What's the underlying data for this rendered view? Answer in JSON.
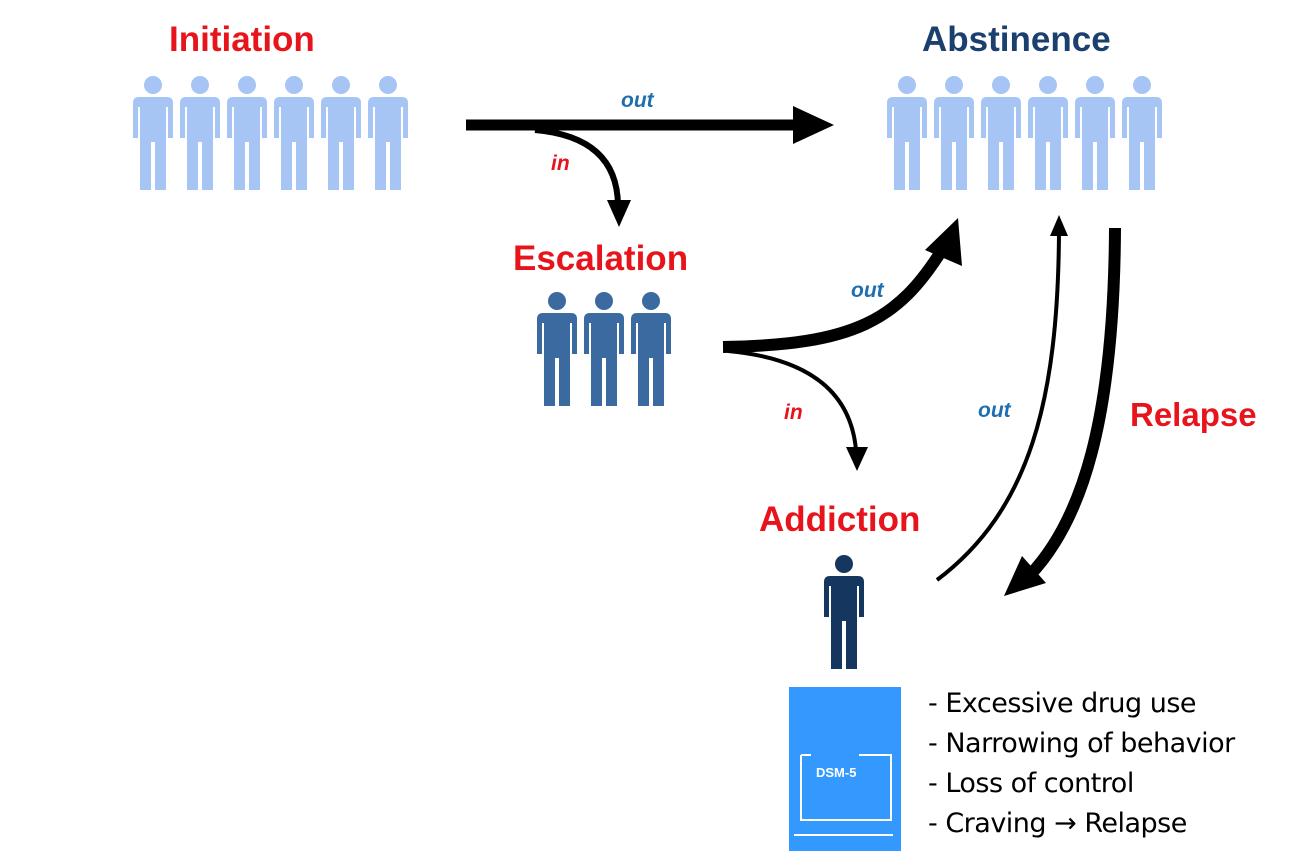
{
  "stages": {
    "initiation": {
      "title": "Initiation",
      "color": "#e8141b",
      "people": 6,
      "person_color": "#a6c4f4"
    },
    "abstinence": {
      "title": "Abstinence",
      "color": "#1b3f6e",
      "people": 6,
      "person_color": "#a6c4f4"
    },
    "escalation": {
      "title": "Escalation",
      "color": "#e8141b",
      "people": 3,
      "person_color": "#3a6aa0"
    },
    "addiction": {
      "title": "Addiction",
      "color": "#e8141b",
      "people": 1,
      "person_color": "#15365f"
    }
  },
  "flows": {
    "initiation_out": "out",
    "initiation_in": "in",
    "escalation_out": "out",
    "escalation_in": "in",
    "addiction_out": "out",
    "relapse": "Relapse"
  },
  "colors": {
    "out_label": "#1f6fb0",
    "in_label": "#e8141b",
    "relapse_label": "#e8141b",
    "book": "#3399ff"
  },
  "dsm": {
    "label": "DSM-5",
    "criteria": [
      "- Excessive drug use",
      "- Narrowing of behavior",
      "- Loss of control",
      "- Craving → Relapse"
    ]
  }
}
